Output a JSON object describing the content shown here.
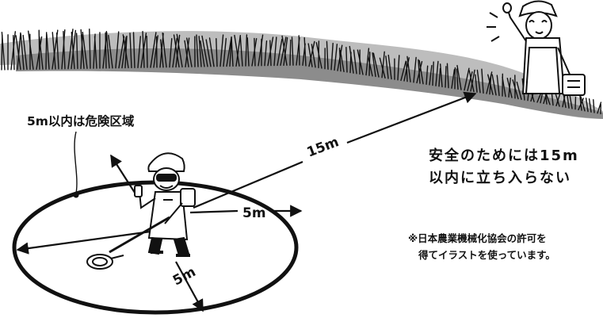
{
  "labels": {
    "danger_zone": "5m以内は危険区域",
    "safety_line1": "安全のためには15m",
    "safety_line2": "以内に立ち入らない",
    "credit_line1": "※日本農業機械化協会の許可を",
    "credit_line2": "得てイラストを使っています。"
  },
  "distances": {
    "far": "15m",
    "right": "5m",
    "bottom": "5m"
  },
  "colors": {
    "ink": "#111111",
    "grass_shadow": "#8c8c8c",
    "grass_light": "#cfcfcf"
  }
}
